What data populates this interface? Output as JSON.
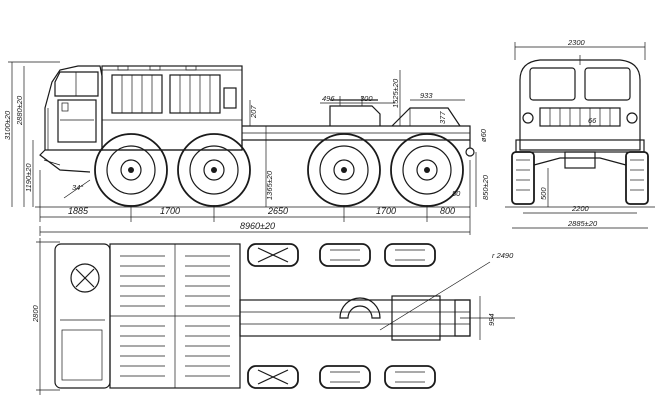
{
  "dimensions": {
    "side_view": {
      "height_total": "3100±20",
      "height_cab": "2880±20",
      "ground_clearance": "1190±20",
      "approach_angle": "34°",
      "front_overhang": "1885",
      "wheelbase_1": "1700",
      "wheelbase_2": "2650",
      "wheelbase_3": "1700",
      "rear_overhang": "800",
      "length_total": "8960±20",
      "fifth_wheel_offset": "496",
      "fifth_wheel_length": "300",
      "fifth_wheel_height": "1525±20",
      "rear_offset": "933",
      "rear_hitch_height": "377",
      "hitch_diameter": "ø60",
      "frame_offset": "207",
      "fifth_wheel_center_height": "1365±20",
      "rear_hitch_ground": "850±20",
      "rear_dim_80": "80"
    },
    "front_view": {
      "width_top": "2300",
      "axle_clearance": "66",
      "wheel_height": "500",
      "track": "2200",
      "width_total": "2885±20"
    },
    "top_view": {
      "width_total": "2800",
      "turning_radius": "r 2490",
      "fifth_wheel_width": "994"
    }
  }
}
